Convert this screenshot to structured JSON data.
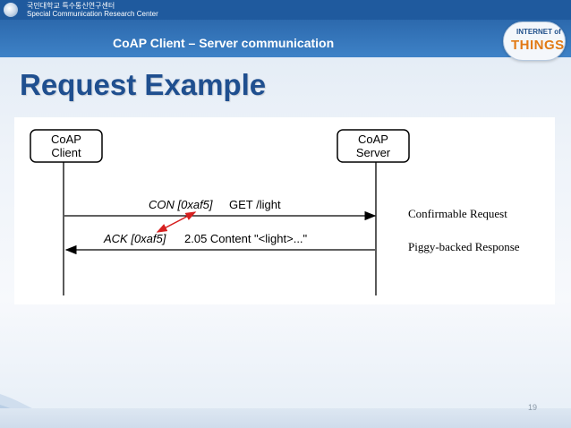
{
  "header": {
    "org_korean": "국민대학교 특수통신연구센터",
    "org_english": "Special Communication Research Center",
    "section": "CoAP Client – Server communication",
    "badge_line1": "INTERNET of",
    "badge_line2": "THINGS"
  },
  "slide": {
    "title": "Request Example",
    "page_number": "19"
  },
  "diagram": {
    "client_line1": "CoAP",
    "client_line2": "Client",
    "server_line1": "CoAP",
    "server_line2": "Server",
    "msg1_part1": "CON [0xaf5]",
    "msg1_part2": "GET /light",
    "msg2_part1": "ACK [0xaf5]",
    "msg2_part2": "2.05 Content \"<light>...\"",
    "label1": "Confirmable Request",
    "label2": "Piggy-backed Response",
    "colors": {
      "arrow": "#000000",
      "highlight": "#d62020"
    }
  }
}
